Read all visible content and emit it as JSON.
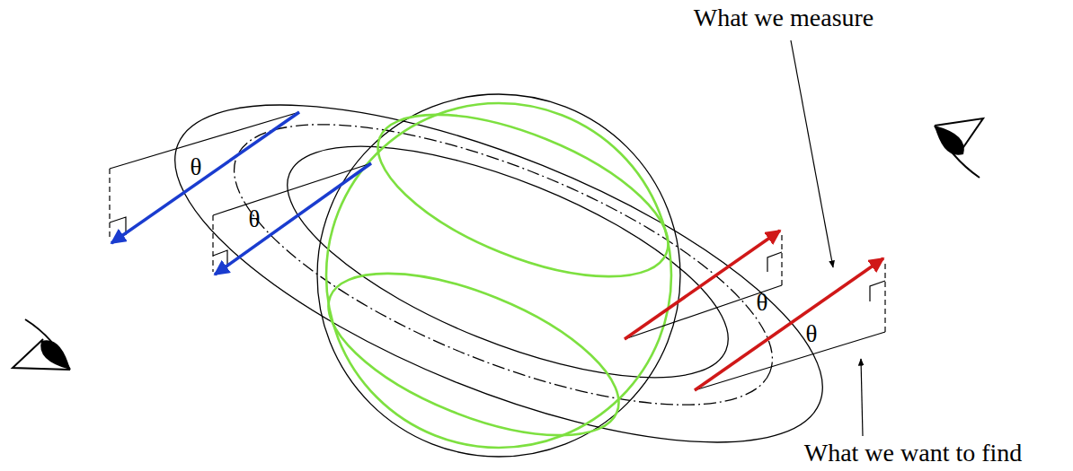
{
  "diagram": {
    "labels": [
      "What we measure",
      "θ",
      "θ",
      "θ",
      "θ",
      "What we want to find"
    ]
  }
}
